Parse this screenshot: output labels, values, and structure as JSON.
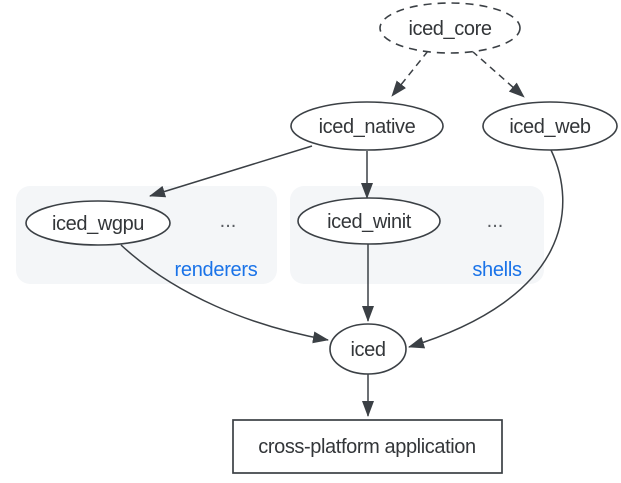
{
  "diagram": {
    "nodes": {
      "iced_core": {
        "label": "iced_core"
      },
      "iced_native": {
        "label": "iced_native"
      },
      "iced_web": {
        "label": "iced_web"
      },
      "iced_wgpu": {
        "label": "iced_wgpu"
      },
      "iced_winit": {
        "label": "iced_winit"
      },
      "iced": {
        "label": "iced"
      },
      "application": {
        "label": "cross-platform application"
      }
    },
    "groups": {
      "renderers": {
        "label": "renderers",
        "ellipsis": "..."
      },
      "shells": {
        "label": "shells",
        "ellipsis": "..."
      }
    },
    "colors": {
      "accent_blue": "#1a73e8",
      "line": "#3b4045",
      "group_fill": "#f4f6f8",
      "node_fill": "#ffffff"
    }
  }
}
